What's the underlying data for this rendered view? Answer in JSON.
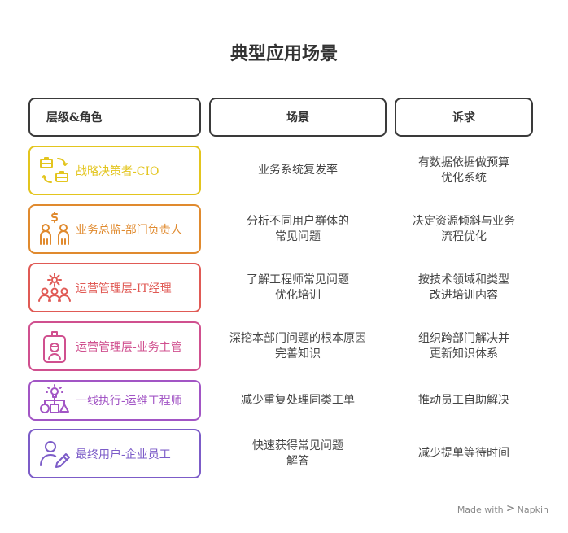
{
  "title": "典型应用场景",
  "headers": {
    "role": "层级&角色",
    "scene": "场景",
    "need": "诉求"
  },
  "rows": [
    {
      "role": "战略决策者-CIO",
      "color": "#e3c51e",
      "icon": "briefcase-exchange-icon",
      "scene": [
        "业务系统复发率"
      ],
      "need": [
        "有数据依据做预算",
        "优化系统"
      ]
    },
    {
      "role": "业务总监-部门负责人",
      "color": "#e08a2e",
      "icon": "people-money-icon",
      "scene": [
        "分析不同用户群体的",
        "常见问题"
      ],
      "need": [
        "决定资源倾斜与业务",
        "流程优化"
      ]
    },
    {
      "role": "运营管理层-IT经理",
      "color": "#e05a55",
      "icon": "team-gear-icon",
      "scene": [
        "了解工程师常见问题",
        "优化培训"
      ],
      "need": [
        "按技术领域和类型",
        "改进培训内容"
      ]
    },
    {
      "role": "运营管理层-业务主管",
      "color": "#d0508f",
      "icon": "badge-person-icon",
      "scene": [
        "深挖本部门问题的根本原因",
        "完善知识"
      ],
      "need": [
        "组织跨部门解决并",
        "更新知识体系"
      ]
    },
    {
      "role": "一线执行-运维工程师",
      "color": "#a255c5",
      "icon": "lightbulb-network-icon",
      "scene": [
        "减少重复处理同类工单"
      ],
      "need": [
        "推动员工自助解决"
      ]
    },
    {
      "role": "最终用户-企业员工",
      "color": "#7c5cc8",
      "icon": "user-edit-icon",
      "scene": [
        "快速获得常见问题",
        "解答"
      ],
      "need": [
        "减少提单等待时间"
      ]
    }
  ],
  "footer": {
    "made_with": "Made with",
    "brand": "Napkin"
  }
}
